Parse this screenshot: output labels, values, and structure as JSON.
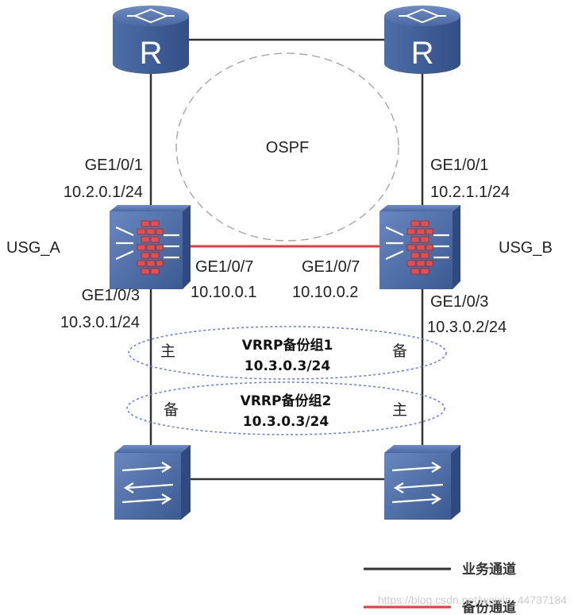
{
  "ospf_label": "OSPF",
  "usg_a": {
    "name": "USG_A",
    "up_port": "GE1/0/1",
    "up_ip": "10.2.0.1/24",
    "hb_port": "GE1/0/7",
    "hb_ip": "10.10.0.1",
    "down_port": "GE1/0/3",
    "down_ip": "10.3.0.1/24"
  },
  "usg_b": {
    "name": "USG_B",
    "up_port": "GE1/0/1",
    "up_ip": "10.2.1.1/24",
    "hb_port": "GE1/0/7",
    "hb_ip": "10.10.0.2",
    "down_port": "GE1/0/3",
    "down_ip": "10.3.0.2/24"
  },
  "vrrp1": {
    "name": "VRRP备份组1",
    "vip": "10.3.0.3/24",
    "left_role": "主",
    "right_role": "备"
  },
  "vrrp2": {
    "name": "VRRP备份组2",
    "vip": "10.3.0.3/24",
    "left_role": "备",
    "right_role": "主"
  },
  "legend": {
    "business": "业务通道",
    "backup": "备份通道"
  },
  "watermark": "https://blog.csdn.net/weixin_44737184",
  "colors": {
    "device": "#3f5e94",
    "heartbeat_link": "#e83a3a",
    "vrrp_ellipse": "#6f7fe8",
    "link": "#333333"
  }
}
